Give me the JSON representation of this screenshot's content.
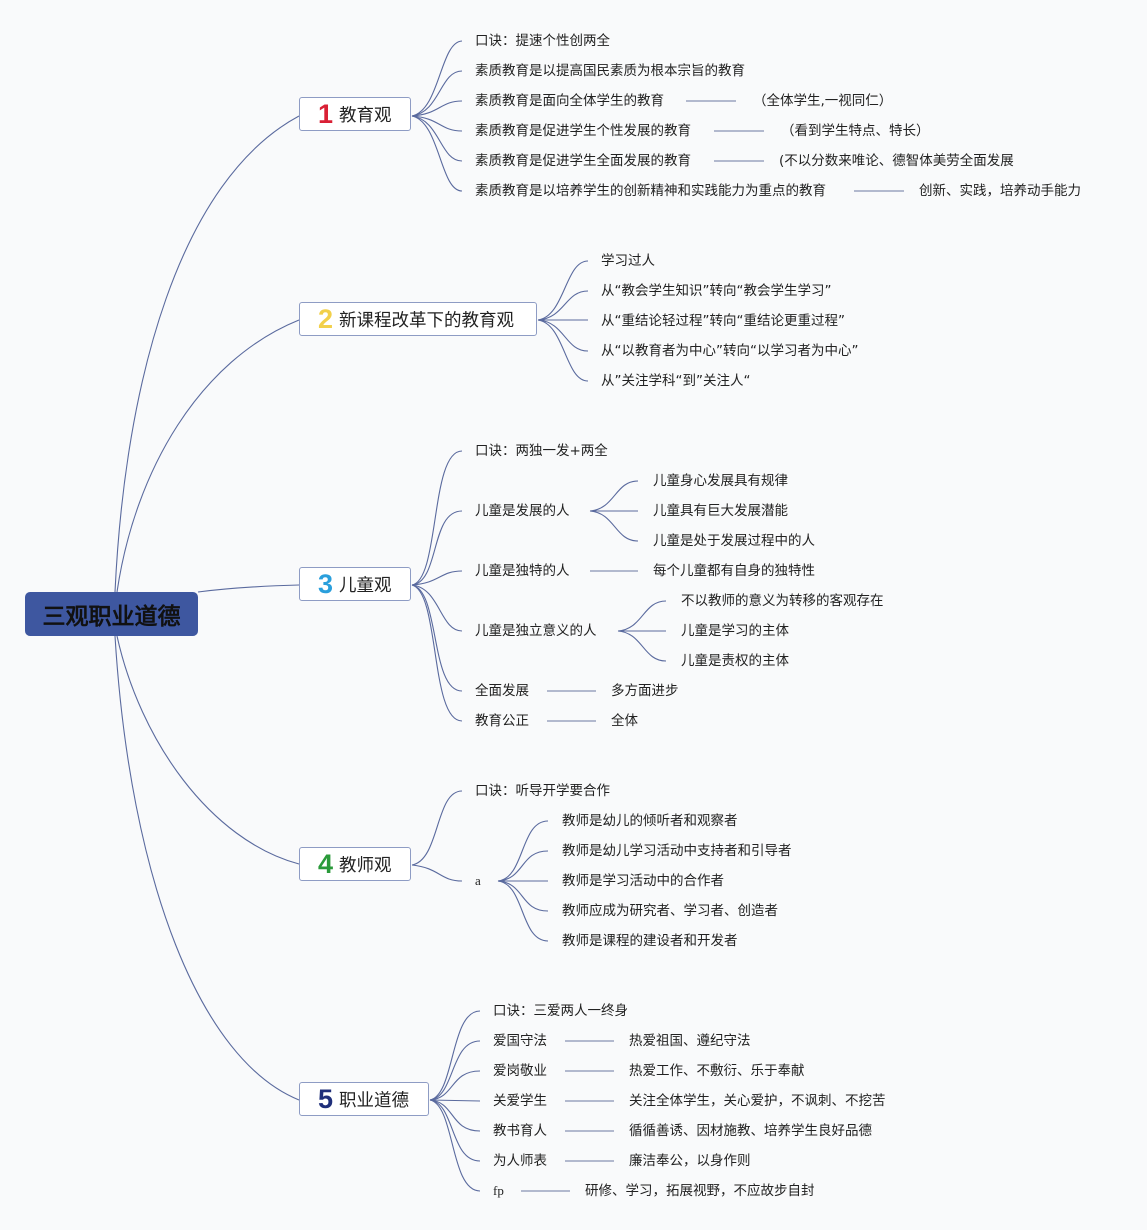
{
  "root": {
    "label": "三观职业道德"
  },
  "colors": {
    "background": "#f9fafb",
    "root_fill": "#3e57a0",
    "connector": "#5a6a9e",
    "topic_border": "#8e9cc4",
    "num1": "#d92035",
    "num2": "#f2d04a",
    "num3": "#2a9fdc",
    "num4": "#2a9a3a",
    "num5": "#1f2f7a"
  },
  "topics": [
    {
      "num": "1",
      "label": "教育观",
      "children": [
        {
          "label": "口诀：提速个性创两全"
        },
        {
          "label": "素质教育是以提高国民素质为根本宗旨的教育"
        },
        {
          "label": "素质教育是面向全体学生的教育",
          "detail": "（全体学生,一视同仁）"
        },
        {
          "label": "素质教育是促进学生个性发展的教育",
          "detail": "（看到学生特点、特长）"
        },
        {
          "label": "素质教育是促进学生全面发展的教育",
          "detail": "(不以分数来唯论、德智体美劳全面发展"
        },
        {
          "label": "素质教育是以培养学生的创新精神和实践能力为重点的教育",
          "detail": "创新、实践，培养动手能力"
        }
      ]
    },
    {
      "num": "2",
      "label": "新课程改革下的教育观",
      "children": [
        {
          "label": "学习过人"
        },
        {
          "label": "从“教会学生知识”转向“教会学生学习”"
        },
        {
          "label": "从“重结论轻过程”转向“重结论更重过程”"
        },
        {
          "label": "从“以教育者为中心”转向“以学习者为中心”"
        },
        {
          "label": "从”关注学科“到”关注人“"
        }
      ]
    },
    {
      "num": "3",
      "label": "儿童观",
      "children": [
        {
          "label": "口诀：两独一发+两全"
        },
        {
          "label": "儿童是发展的人",
          "subs": [
            "儿童身心发展具有规律",
            "儿童具有巨大发展潜能",
            "儿童是处于发展过程中的人"
          ]
        },
        {
          "label": "儿童是独特的人",
          "detail": "每个儿童都有自身的独特性"
        },
        {
          "label": "儿童是独立意义的人",
          "subs": [
            "不以教师的意义为转移的客观存在",
            "儿童是学习的主体",
            "儿童是责权的主体"
          ]
        },
        {
          "label": "全面发展",
          "detail": "多方面进步"
        },
        {
          "label": "教育公正",
          "detail": "全体"
        }
      ]
    },
    {
      "num": "4",
      "label": "教师观",
      "children": [
        {
          "label": "口诀：听导开学要合作"
        },
        {
          "label": "a",
          "subs": [
            "教师是幼儿的倾听者和观察者",
            "教师是幼儿学习活动中支持者和引导者",
            "教师是学习活动中的合作者",
            "教师应成为研究者、学习者、创造者",
            "教师是课程的建设者和开发者"
          ]
        }
      ]
    },
    {
      "num": "5",
      "label": "职业道德",
      "children": [
        {
          "label": "口诀：三爱两人一终身"
        },
        {
          "label": "爱国守法",
          "detail": "热爱祖国、遵纪守法"
        },
        {
          "label": "爱岗敬业",
          "detail": "热爱工作、不敷衍、乐于奉献"
        },
        {
          "label": "关爱学生",
          "detail": "关注全体学生，关心爱护，不讽刺、不挖苦"
        },
        {
          "label": "教书育人",
          "detail": "循循善诱、因材施教、培养学生良好品德"
        },
        {
          "label": "为人师表",
          "detail": "廉洁奉公，以身作则"
        },
        {
          "label": "fp",
          "detail": "研修、学习，拓展视野，不应故步自封"
        }
      ]
    }
  ]
}
